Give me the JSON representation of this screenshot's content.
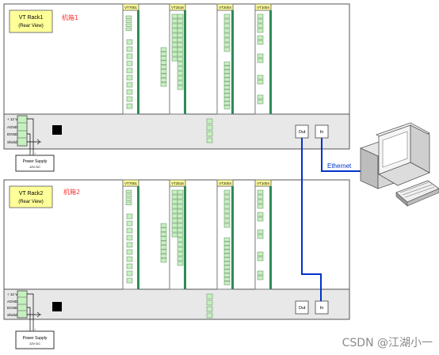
{
  "racks": [
    {
      "label_line1": "VT Rack1",
      "label_line2": "(Rear View)",
      "cn_label": "机箱1",
      "modules": [
        "VT7001",
        "VT2516",
        "VT2004",
        "VT1004"
      ],
      "power_pins": [
        "+ 12 V",
        "AGND",
        "DGND",
        "Shield"
      ],
      "psu_line1": "Power Supply",
      "psu_line2": "12V DC",
      "port_out": "Out",
      "port_in": "In"
    },
    {
      "label_line1": "VT Rack2",
      "label_line2": "(Rear View)",
      "cn_label": "机箱2",
      "modules": [
        "VT7001",
        "VT2516",
        "VT2004",
        "VT1004"
      ],
      "power_pins": [
        "+ 12 V",
        "AGND",
        "DGND",
        "Shield"
      ],
      "psu_line1": "Power Supply",
      "psu_line2": "12V DC",
      "port_out": "Out",
      "port_in": "In"
    }
  ],
  "ethernet_label": "Ethernet",
  "watermark": "CSDN @江湖小一",
  "colors": {
    "rack_bg": "#ffffff",
    "backplane": "#e8e8e8",
    "module_label": "#ffff99",
    "terminal": "#c6f0c0",
    "cable_blue": "#0033cc",
    "cn_red": "#ff3333"
  }
}
